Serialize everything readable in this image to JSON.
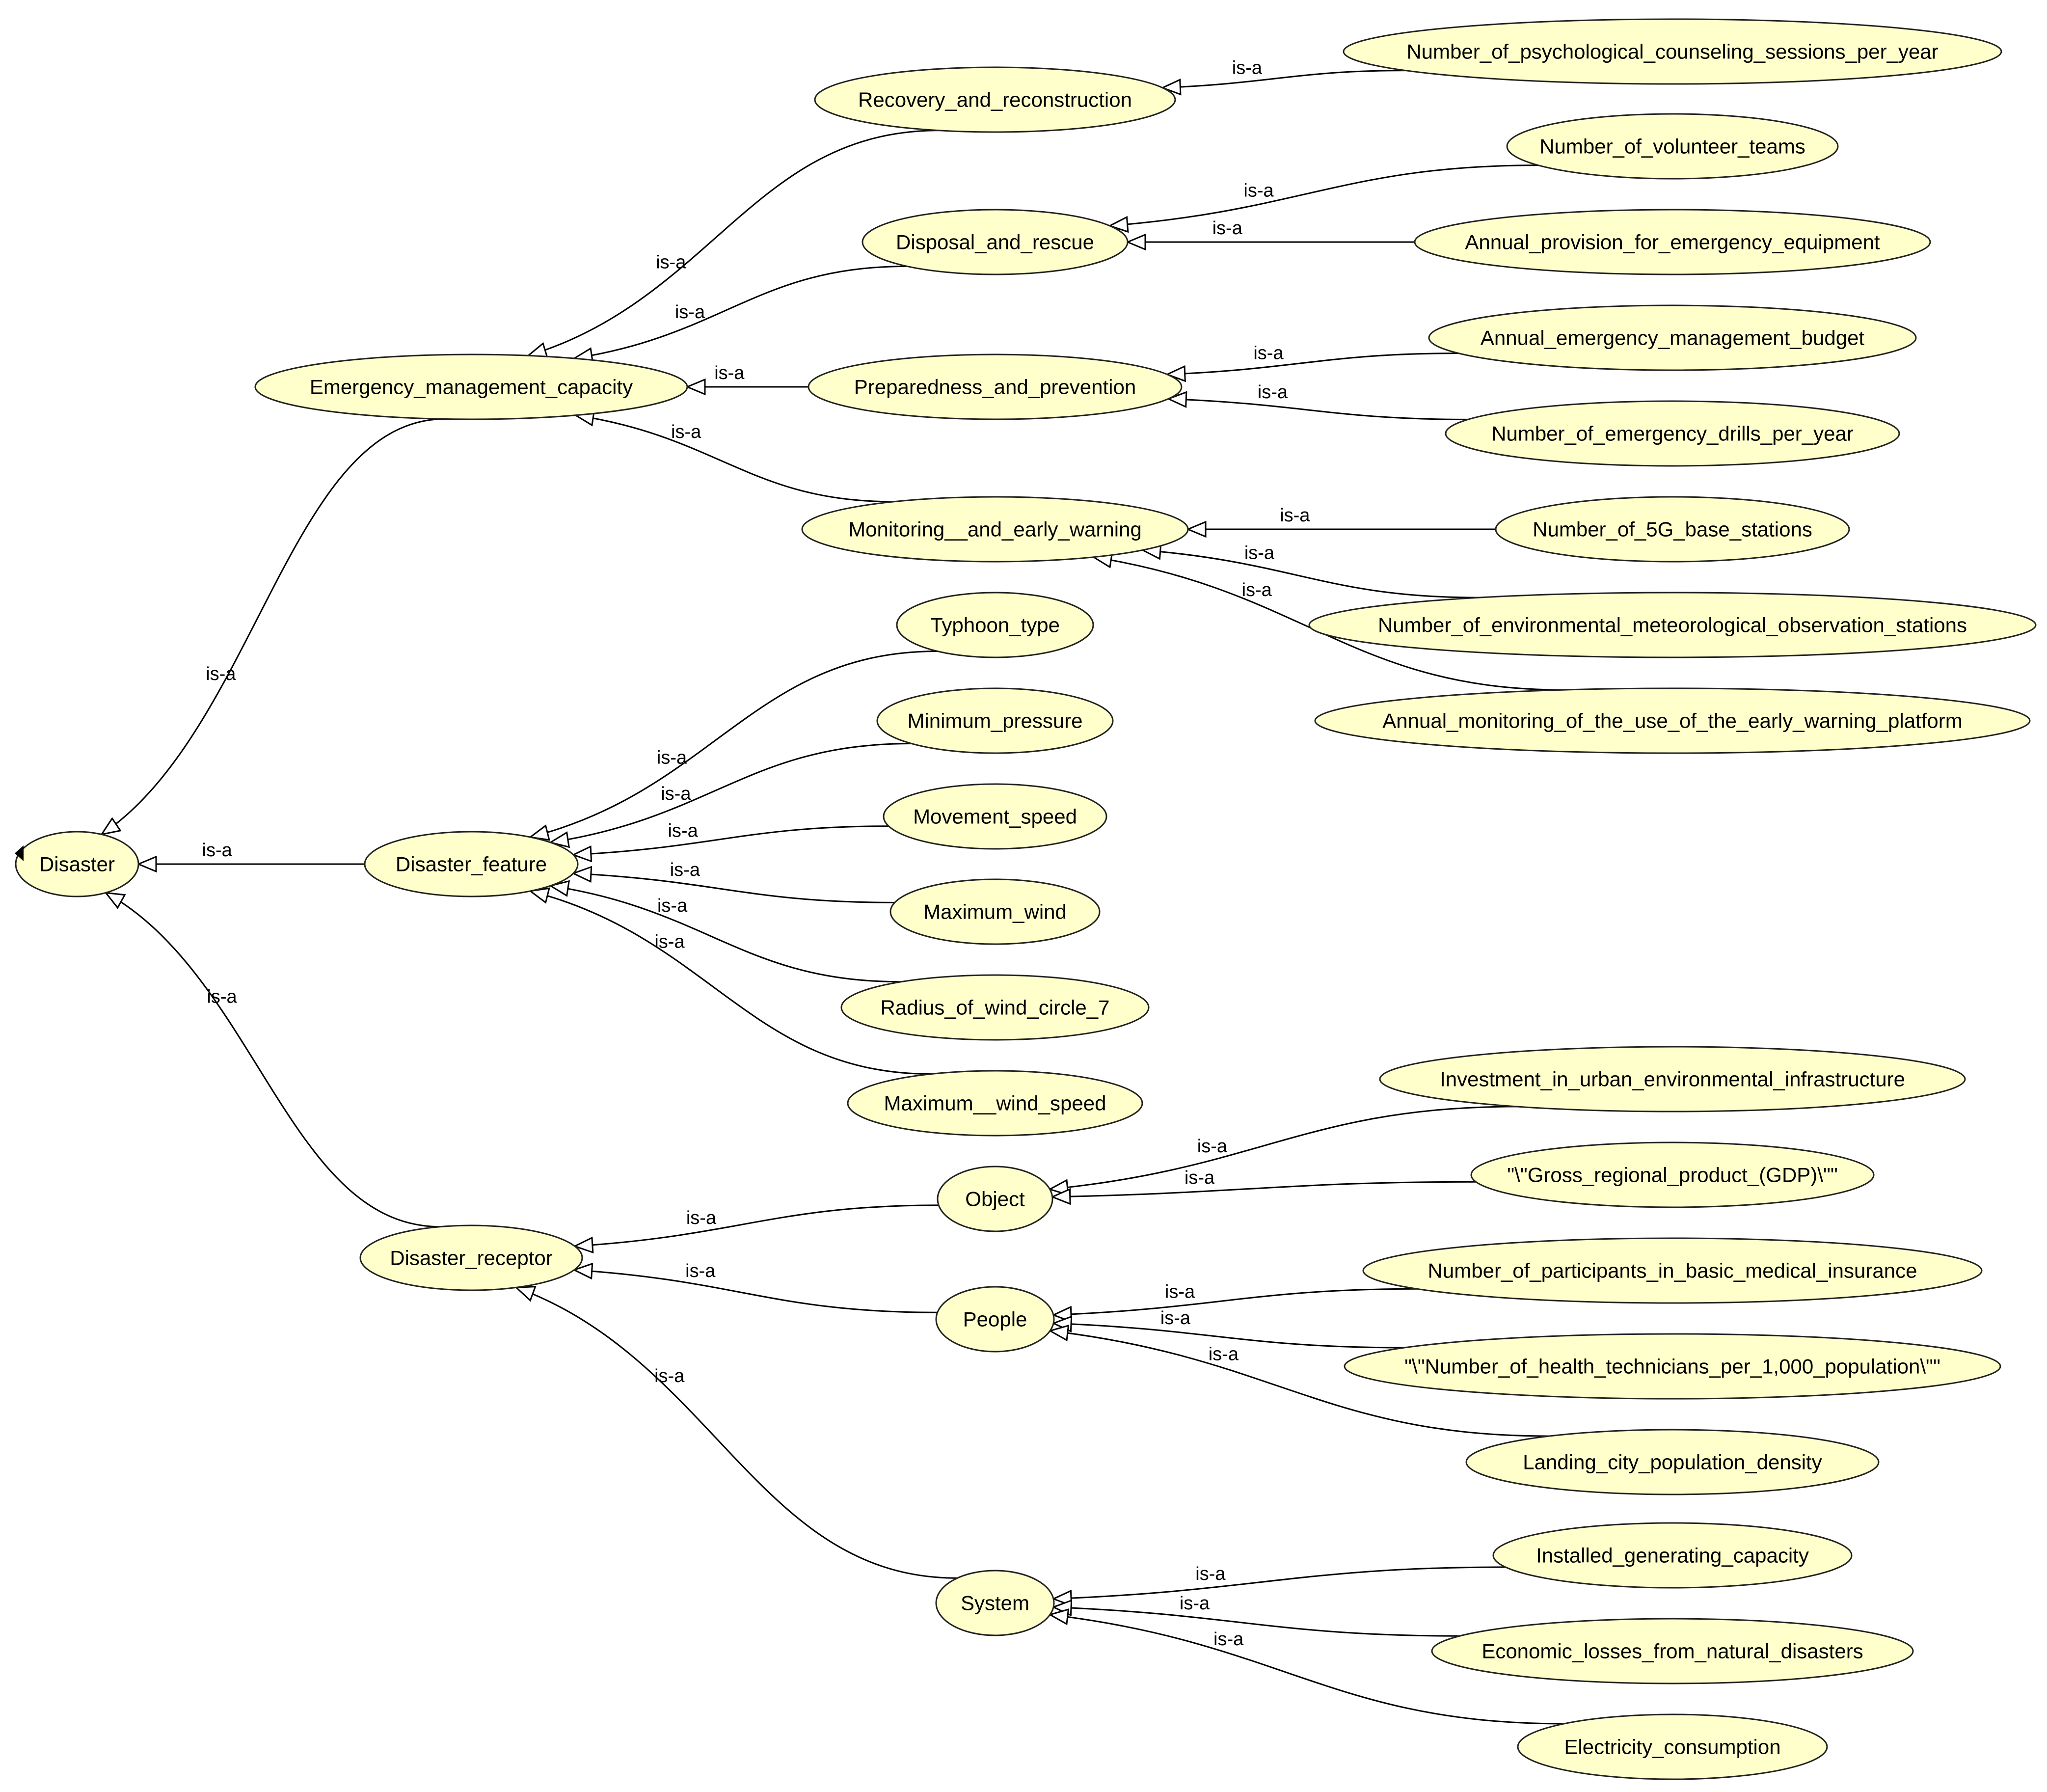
{
  "edge_label": "is-a",
  "colors": {
    "node_fill": "#ffffcc",
    "node_stroke": "#222222",
    "edge": "#000000",
    "background": "#ffffff"
  },
  "nodes": {
    "disaster": "Disaster",
    "emergency_management_capacity": "Emergency_management_capacity",
    "disaster_feature": "Disaster_feature",
    "disaster_receptor": "Disaster_receptor",
    "recovery_and_reconstruction": "Recovery_and_reconstruction",
    "disposal_and_rescue": "Disposal_and_rescue",
    "preparedness_and_prevention": "Preparedness_and_prevention",
    "monitoring_and_early_warning": "Monitoring__and_early_warning",
    "number_of_psychological_counseling_sessions_per_year": "Number_of_psychological_counseling_sessions_per_year",
    "number_of_volunteer_teams": "Number_of_volunteer_teams",
    "annual_provision_for_emergency_equipment": "Annual_provision_for_emergency_equipment",
    "annual_emergency_management_budget": "Annual_emergency_management_budget",
    "number_of_emergency_drills_per_year": "Number_of_emergency_drills_per_year",
    "number_of_5g_base_stations": "Number_of_5G_base_stations",
    "number_of_environmental_meteorological_observation_stations": "Number_of_environmental_meteorological_observation_stations",
    "annual_monitoring_of_the_use_of_the_early_warning_platform": "Annual_monitoring_of_the_use_of_the_early_warning_platform",
    "typhoon_type": "Typhoon_type",
    "minimum_pressure": "Minimum_pressure",
    "movement_speed": "Movement_speed",
    "maximum_wind": "Maximum_wind",
    "radius_of_wind_circle_7": "Radius_of_wind_circle_7",
    "maximum_wind_speed": "Maximum__wind_speed",
    "object": "Object",
    "people": "People",
    "system": "System",
    "investment_in_urban_environmental_infrastructure": "Investment_in_urban_environmental_infrastructure",
    "gross_regional_product_gdp": "\"\\\"Gross_regional_product_(GDP)\\\"\"",
    "number_of_participants_in_basic_medical_insurance": "Number_of_participants_in_basic_medical_insurance",
    "number_of_health_technicians_per_1000_population": "\"\\\"Number_of_health_technicians_per_1,000_population\\\"\"",
    "landing_city_population_density": "Landing_city_population_density",
    "installed_generating_capacity": "Installed_generating_capacity",
    "economic_losses_from_natural_disasters": "Economic_losses_from_natural_disasters",
    "electricity_consumption": "Electricity_consumption"
  },
  "edges": [
    {
      "from": "emergency_management_capacity",
      "to": "disaster"
    },
    {
      "from": "disaster_feature",
      "to": "disaster"
    },
    {
      "from": "disaster_receptor",
      "to": "disaster"
    },
    {
      "from": "recovery_and_reconstruction",
      "to": "emergency_management_capacity"
    },
    {
      "from": "disposal_and_rescue",
      "to": "emergency_management_capacity"
    },
    {
      "from": "preparedness_and_prevention",
      "to": "emergency_management_capacity"
    },
    {
      "from": "monitoring_and_early_warning",
      "to": "emergency_management_capacity"
    },
    {
      "from": "number_of_psychological_counseling_sessions_per_year",
      "to": "recovery_and_reconstruction"
    },
    {
      "from": "number_of_volunteer_teams",
      "to": "disposal_and_rescue"
    },
    {
      "from": "annual_provision_for_emergency_equipment",
      "to": "disposal_and_rescue"
    },
    {
      "from": "annual_emergency_management_budget",
      "to": "preparedness_and_prevention"
    },
    {
      "from": "number_of_emergency_drills_per_year",
      "to": "preparedness_and_prevention"
    },
    {
      "from": "number_of_5g_base_stations",
      "to": "monitoring_and_early_warning"
    },
    {
      "from": "number_of_environmental_meteorological_observation_stations",
      "to": "monitoring_and_early_warning"
    },
    {
      "from": "annual_monitoring_of_the_use_of_the_early_warning_platform",
      "to": "monitoring_and_early_warning"
    },
    {
      "from": "typhoon_type",
      "to": "disaster_feature"
    },
    {
      "from": "minimum_pressure",
      "to": "disaster_feature"
    },
    {
      "from": "movement_speed",
      "to": "disaster_feature"
    },
    {
      "from": "maximum_wind",
      "to": "disaster_feature"
    },
    {
      "from": "radius_of_wind_circle_7",
      "to": "disaster_feature"
    },
    {
      "from": "maximum_wind_speed",
      "to": "disaster_feature"
    },
    {
      "from": "object",
      "to": "disaster_receptor"
    },
    {
      "from": "people",
      "to": "disaster_receptor"
    },
    {
      "from": "system",
      "to": "disaster_receptor"
    },
    {
      "from": "investment_in_urban_environmental_infrastructure",
      "to": "object"
    },
    {
      "from": "gross_regional_product_gdp",
      "to": "object"
    },
    {
      "from": "number_of_participants_in_basic_medical_insurance",
      "to": "people"
    },
    {
      "from": "number_of_health_technicians_per_1000_population",
      "to": "people"
    },
    {
      "from": "landing_city_population_density",
      "to": "people"
    },
    {
      "from": "installed_generating_capacity",
      "to": "system"
    },
    {
      "from": "economic_losses_from_natural_disasters",
      "to": "system"
    },
    {
      "from": "electricity_consumption",
      "to": "system"
    }
  ]
}
